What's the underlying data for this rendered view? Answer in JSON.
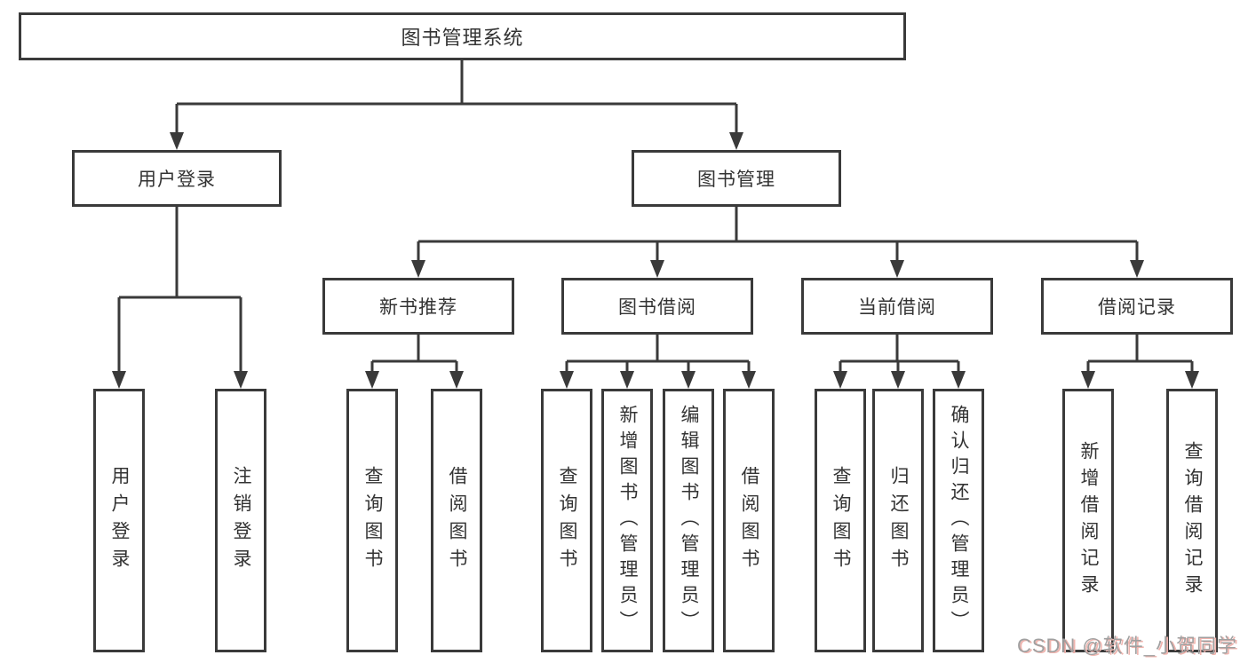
{
  "diagram": {
    "type": "hierarchy-tree",
    "nodes": {
      "root": {
        "label": "图书管理系统"
      },
      "user_login": {
        "label": "用户登录"
      },
      "book_mgmt": {
        "label": "图书管理"
      },
      "new_book": {
        "label": "新书推荐"
      },
      "book_borrow": {
        "label": "图书借阅"
      },
      "current_borrow": {
        "label": "当前借阅"
      },
      "borrow_record": {
        "label": "借阅记录"
      },
      "leaf_user_login": {
        "label": "用户登录"
      },
      "leaf_logout": {
        "label": "注销登录"
      },
      "nb_query_book": {
        "label": "查询图书"
      },
      "nb_borrow_book": {
        "label": "借阅图书"
      },
      "bb_query_book": {
        "label": "查询图书"
      },
      "bb_add_book": {
        "label": "新增图书（管理员）"
      },
      "bb_edit_book": {
        "label": "编辑图书（管理员）"
      },
      "bb_borrow_book": {
        "label": "借阅图书"
      },
      "cb_query_book": {
        "label": "查询图书"
      },
      "cb_return_book": {
        "label": "归还图书"
      },
      "cb_confirm_return": {
        "label": "确认归还（管理员）"
      },
      "br_add_record": {
        "label": "新增借阅记录"
      },
      "br_query_record": {
        "label": "查询借阅记录"
      }
    },
    "edges": [
      [
        "root",
        "user_login"
      ],
      [
        "root",
        "book_mgmt"
      ],
      [
        "user_login",
        "leaf_user_login"
      ],
      [
        "user_login",
        "leaf_logout"
      ],
      [
        "book_mgmt",
        "new_book"
      ],
      [
        "book_mgmt",
        "book_borrow"
      ],
      [
        "book_mgmt",
        "current_borrow"
      ],
      [
        "book_mgmt",
        "borrow_record"
      ],
      [
        "new_book",
        "nb_query_book"
      ],
      [
        "new_book",
        "nb_borrow_book"
      ],
      [
        "book_borrow",
        "bb_query_book"
      ],
      [
        "book_borrow",
        "bb_add_book"
      ],
      [
        "book_borrow",
        "bb_edit_book"
      ],
      [
        "book_borrow",
        "bb_borrow_book"
      ],
      [
        "current_borrow",
        "cb_query_book"
      ],
      [
        "current_borrow",
        "cb_return_book"
      ],
      [
        "current_borrow",
        "cb_confirm_return"
      ],
      [
        "borrow_record",
        "br_add_record"
      ],
      [
        "borrow_record",
        "br_query_record"
      ]
    ],
    "colors": {
      "line": "#3a3a3a",
      "text": "#333333",
      "background": "#ffffff",
      "watermark": "#a0a0a0",
      "watermark_shadow": "#f0b4ae"
    }
  },
  "watermark": {
    "text": "CSDN @软件_小贺同学"
  }
}
